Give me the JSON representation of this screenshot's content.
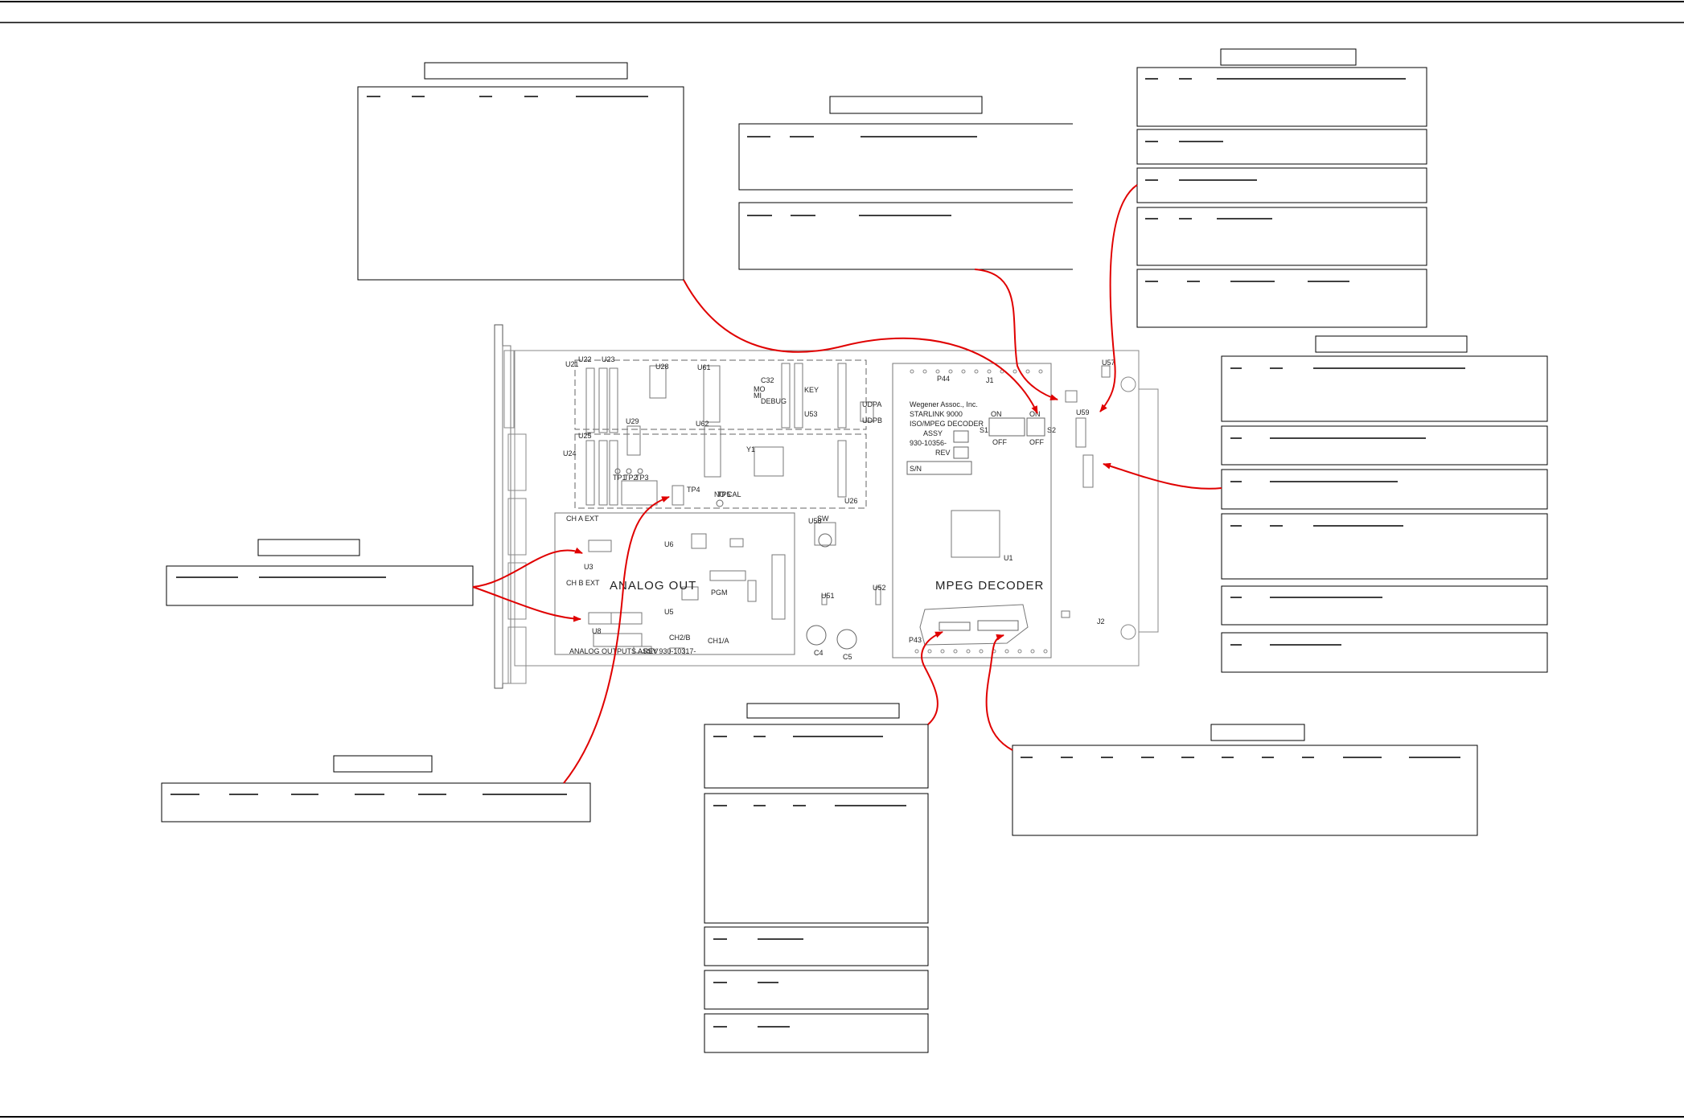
{
  "board": {
    "vendor": "Wegener Assoc., Inc.",
    "product": "STARLINK 9000",
    "subtitle": "ISO/MPEG DECODER",
    "assy": "ASSY",
    "assy_no": "930-10356-",
    "rev": "REV",
    "sn": "S/N",
    "mpeg_decoder": "MPEG DECODER",
    "analog_out": "ANALOG OUT",
    "analog_outputs": "ANALOG OUTPUTS ASSY 930-10317-",
    "rev_small": "REV",
    "p44": "P44",
    "p43": "P43",
    "u1": "U1",
    "key": "KEY",
    "debug": "DEBUG",
    "mo": "MO",
    "mi": "MI",
    "c32": "C32",
    "u53": "U53",
    "u61": "U61",
    "u62": "U62",
    "u21": "U21",
    "u22": "U22",
    "u23": "U23",
    "u24": "U24",
    "u25": "U25",
    "u26": "U26",
    "u28": "U28",
    "u29": "U29",
    "u3": "U3",
    "u5": "U5",
    "u6": "U6",
    "u8": "U8",
    "u51": "U51",
    "u52": "U52",
    "u57": "U57",
    "u58": "U58",
    "u59": "U59",
    "j1": "J1",
    "j2": "J2",
    "s1": "S1",
    "s2": "S2",
    "on": "ON",
    "off": "OFF",
    "tp1": "TP1",
    "tp2": "TP2",
    "tp3": "TP3",
    "tp4": "TP4",
    "tp5": "TP5",
    "c4": "C4",
    "c5": "C5",
    "ch_a_ext": "CH A EXT",
    "ch_b_ext": "CH B EXT",
    "ch2_b": "CH2/B",
    "ch1_a": "CH1/A",
    "pgm": "PGM",
    "sw": "SW",
    "udpa": "UDPA",
    "udpb": "UDPB",
    "no_cal": "NO CAL",
    "y1": "Y1"
  }
}
